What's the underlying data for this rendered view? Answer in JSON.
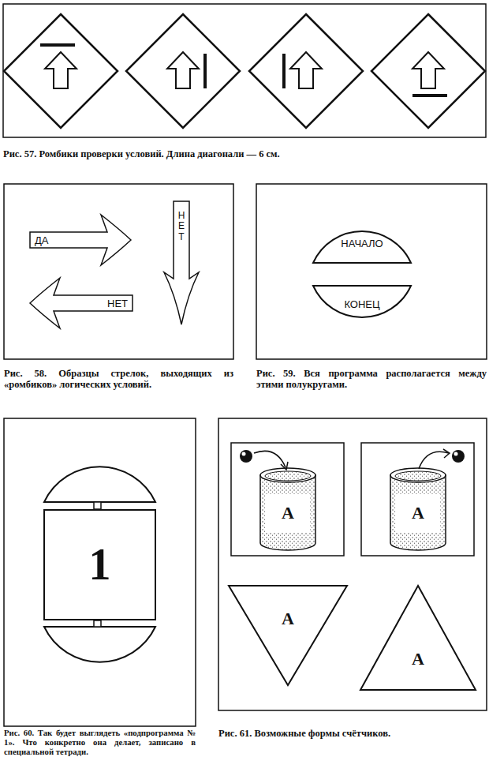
{
  "diagram": {
    "nodes": [
      {
        "text": [
          "ДА"
        ]
      },
      {
        "text": [
          "НЕТ"
        ]
      },
      {
        "text": [
          "НЕТ"
        ]
      },
      {
        "text": [
          "НАЧАЛО"
        ]
      },
      {
        "text": [
          "КОНЕЦ"
        ]
      },
      {
        "text": [
          "1"
        ]
      },
      {
        "text": [
          "А"
        ]
      },
      {
        "text": [
          "А"
        ]
      },
      {
        "text": [
          "А"
        ]
      },
      {
        "text": [
          "А"
        ]
      }
    ],
    "labels": [
      "Рис. 57. Ромбики проверки условий. Длина диагонали — 6 см.",
      "Рис. 58. Образцы стрелок, выходящих из «ромбиков» логических условий.",
      "Рис. 59. Вся программа располагается между этими полукругами.",
      "Рис. 60. Так будет выглядеть «подпрограмма № 1». Что конкретно она делает, записано в специальной тетради.",
      "Рис. 61. Возможные формы счётчиков."
    ]
  }
}
